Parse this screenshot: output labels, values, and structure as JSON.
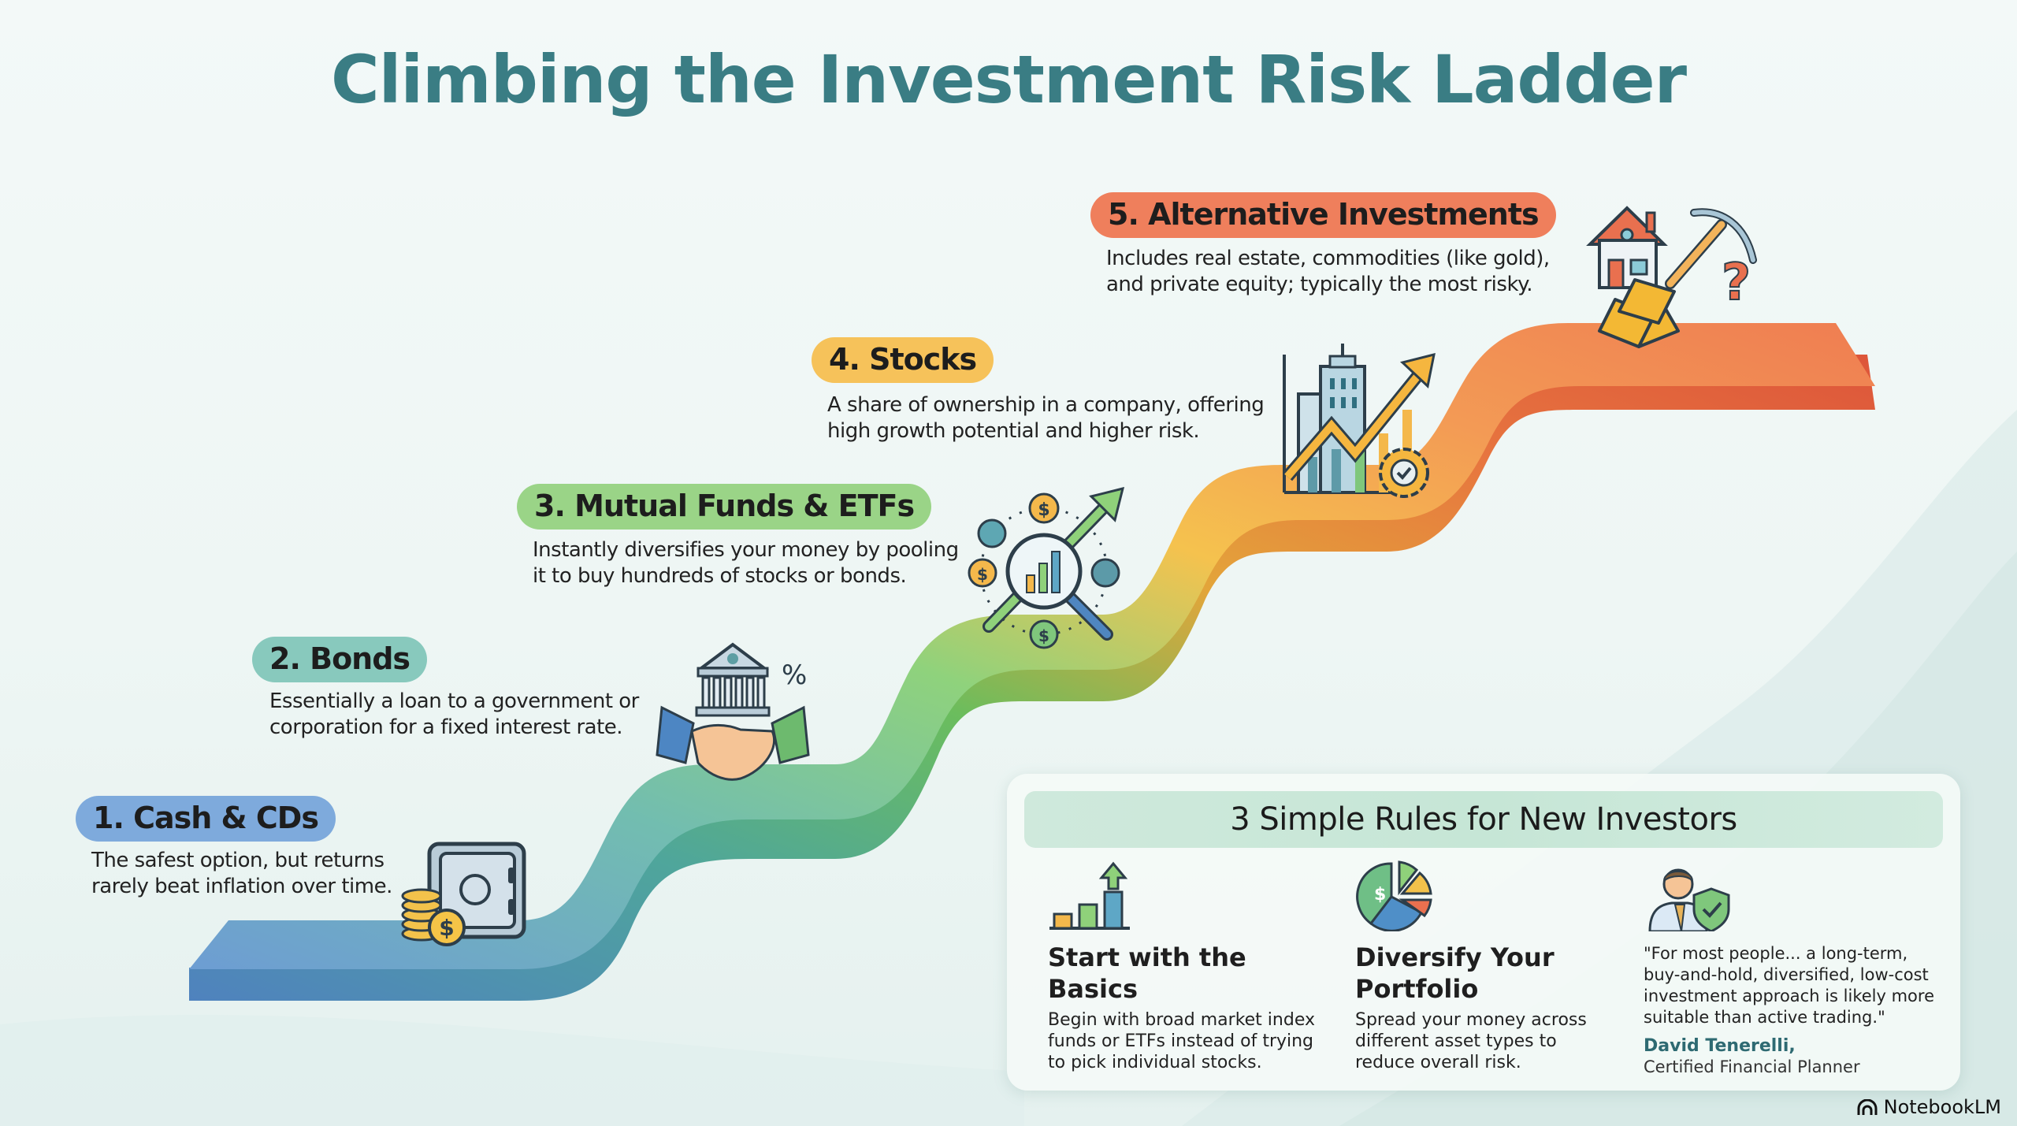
{
  "title": "Climbing the Investment Risk Ladder",
  "colors": {
    "title": "#3a7d84",
    "step1": "#6f9fd4",
    "step2": "#7cc1b4",
    "step3": "#8fd17a",
    "step4": "#f6c04f",
    "step5": "#ee7a55"
  },
  "steps": [
    {
      "number": "1",
      "label": "1. Cash & CDs",
      "description_line1": "The safest option, but returns",
      "description_line2": "rarely beat inflation over time.",
      "icon": "safe-with-coins-icon"
    },
    {
      "number": "2",
      "label": "2. Bonds",
      "description_line1": "Essentially a loan to a government or",
      "description_line2": "corporation for a fixed interest rate.",
      "icon": "bank-handshake-icon"
    },
    {
      "number": "3",
      "label": "3. Mutual Funds & ETFs",
      "description_line1": "Instantly diversifies your money by pooling",
      "description_line2": "it to buy hundreds of stocks or bonds.",
      "icon": "magnifier-chart-coins-icon"
    },
    {
      "number": "4",
      "label": "4. Stocks",
      "description_line1": "A share of ownership in a company, offering",
      "description_line2": "high growth potential and higher risk.",
      "icon": "building-growth-chart-icon"
    },
    {
      "number": "5",
      "label": "5. Alternative Investments",
      "description_line1": "Includes real estate, commodities (like gold),",
      "description_line2": "and private equity; typically the most risky.",
      "icon": "house-pickaxe-gold-icon"
    }
  ],
  "rules": {
    "header": "3 Simple Rules for New Investors",
    "items": [
      {
        "title_line1": "Start with the",
        "title_line2": "Basics",
        "text_line1": "Begin with broad market index",
        "text_line2": "funds or ETFs instead of trying",
        "text_line3": "to pick individual stocks.",
        "icon": "bar-chart-up-arrow-icon"
      },
      {
        "title_line1": "Diversify Your",
        "title_line2": "Portfolio",
        "text_line1": "Spread your money across",
        "text_line2": "different asset types to",
        "text_line3": "reduce overall risk.",
        "icon": "pie-chart-icon"
      }
    ],
    "quote": {
      "line1": "\"For most people... a long-term,",
      "line2": "buy-and-hold, diversified, low-cost",
      "line3": "investment approach is likely more",
      "line4": "suitable than active trading.\"",
      "author": "David Tenerelli,",
      "role": "Certified Financial Planner",
      "icon": "advisor-shield-icon"
    }
  },
  "brand": "NotebookLM"
}
